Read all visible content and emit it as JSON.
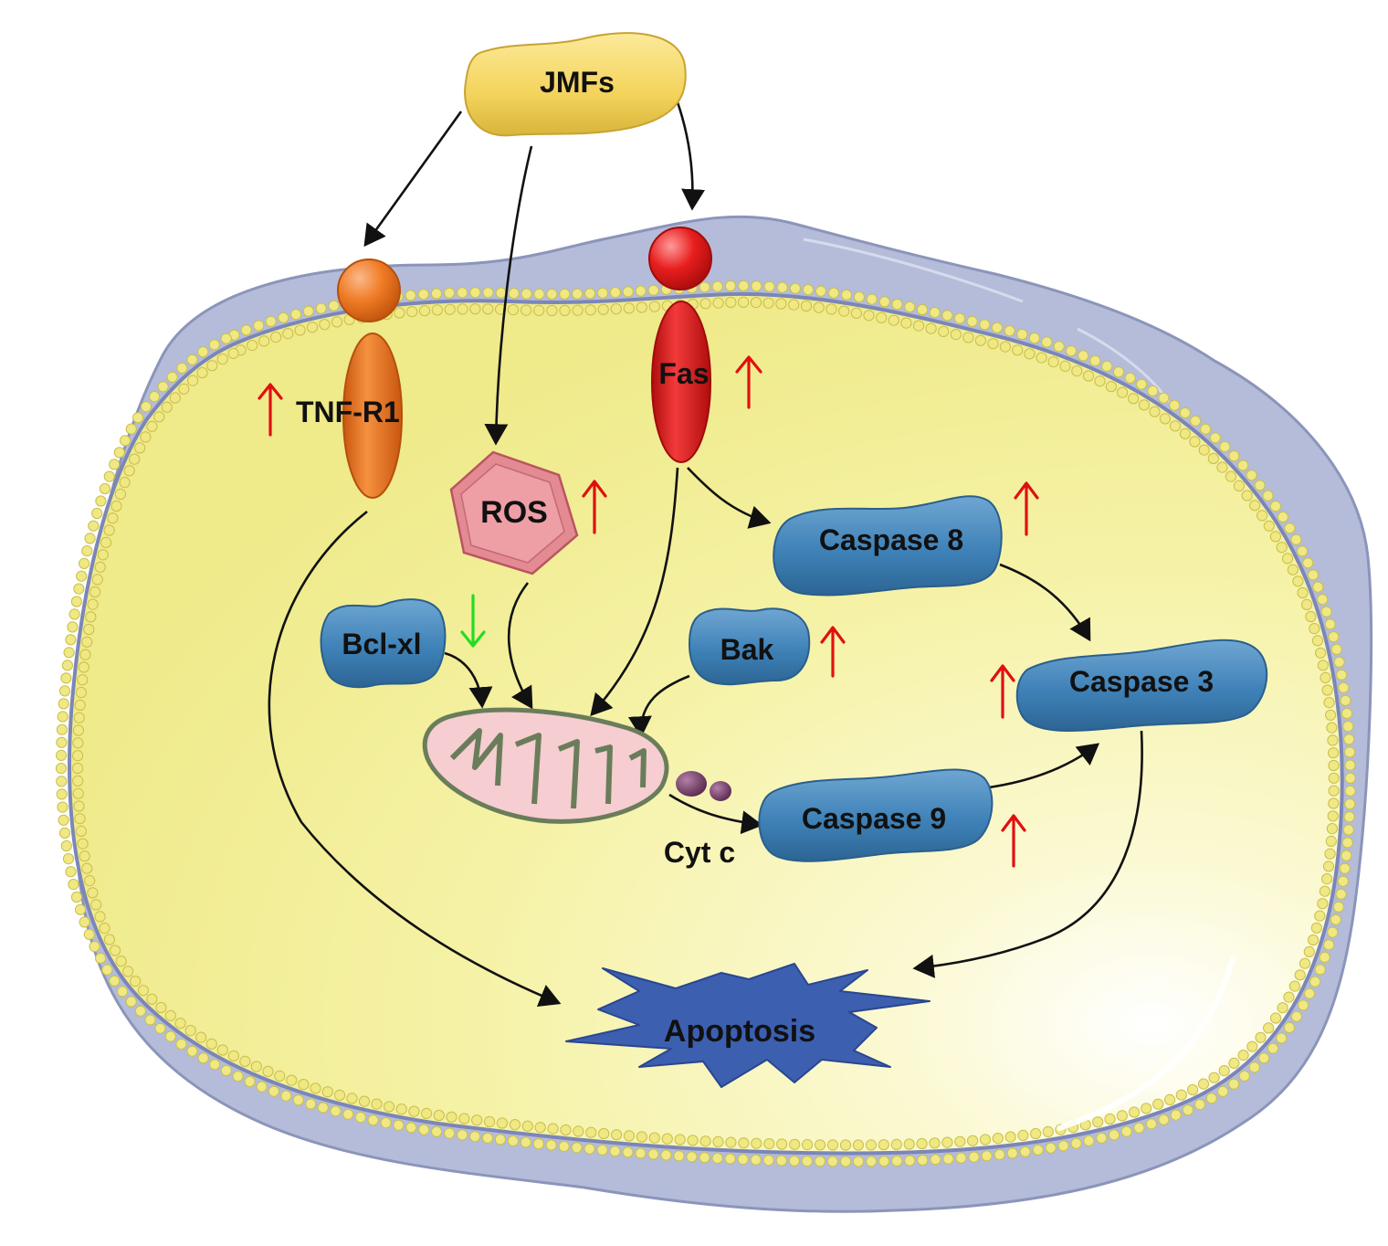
{
  "nodes": {
    "jmfs": "JMFs",
    "tnf_r1": "TNF-R1",
    "fas": "Fas",
    "ros": "ROS",
    "bcl_xl": "Bcl-xl",
    "bak": "Bak",
    "caspase_8": "Caspase 8",
    "caspase_3": "Caspase 3",
    "caspase_9": "Caspase 9",
    "cyt_c": "Cyt c",
    "apoptosis": "Apoptosis"
  },
  "regulation": {
    "tnf_r1": "up",
    "fas": "up",
    "ros": "up",
    "bcl_xl": "down",
    "bak": "up",
    "caspase_8": "up",
    "caspase_3": "up",
    "caspase_9": "up"
  },
  "colors": {
    "up_arrow": "#e01010",
    "down_arrow": "#22dd22",
    "cell_outer": "#b4bcd9",
    "cytoplasm": "#f5f2a6",
    "membrane_bead": "#efe883",
    "caspase_blue": "#3f82b8",
    "jmfs_yellow": "#f3d35b",
    "tnf_orange": "#ee7a22",
    "fas_red": "#e61f1f",
    "ros_pink": "#e38a92",
    "mito_fill": "#f6cdd0",
    "mito_stroke": "#6a7d5a",
    "apoptosis_blue": "#3c5fb0"
  },
  "edges": [
    {
      "from": "JMFs",
      "to": "TNF-R1"
    },
    {
      "from": "JMFs",
      "to": "ROS"
    },
    {
      "from": "JMFs",
      "to": "Fas"
    },
    {
      "from": "TNF-R1",
      "to": "Apoptosis"
    },
    {
      "from": "Fas",
      "to": "Caspase 8"
    },
    {
      "from": "Fas",
      "to": "mitochondrion"
    },
    {
      "from": "ROS",
      "to": "mitochondrion"
    },
    {
      "from": "Bcl-xl",
      "to": "mitochondrion"
    },
    {
      "from": "Bak",
      "to": "mitochondrion"
    },
    {
      "from": "Caspase 8",
      "to": "Caspase 3"
    },
    {
      "from": "mitochondrion",
      "to": "Caspase 9",
      "label": "Cyt c"
    },
    {
      "from": "Caspase 9",
      "to": "Caspase 3"
    },
    {
      "from": "Caspase 3",
      "to": "Apoptosis"
    }
  ]
}
